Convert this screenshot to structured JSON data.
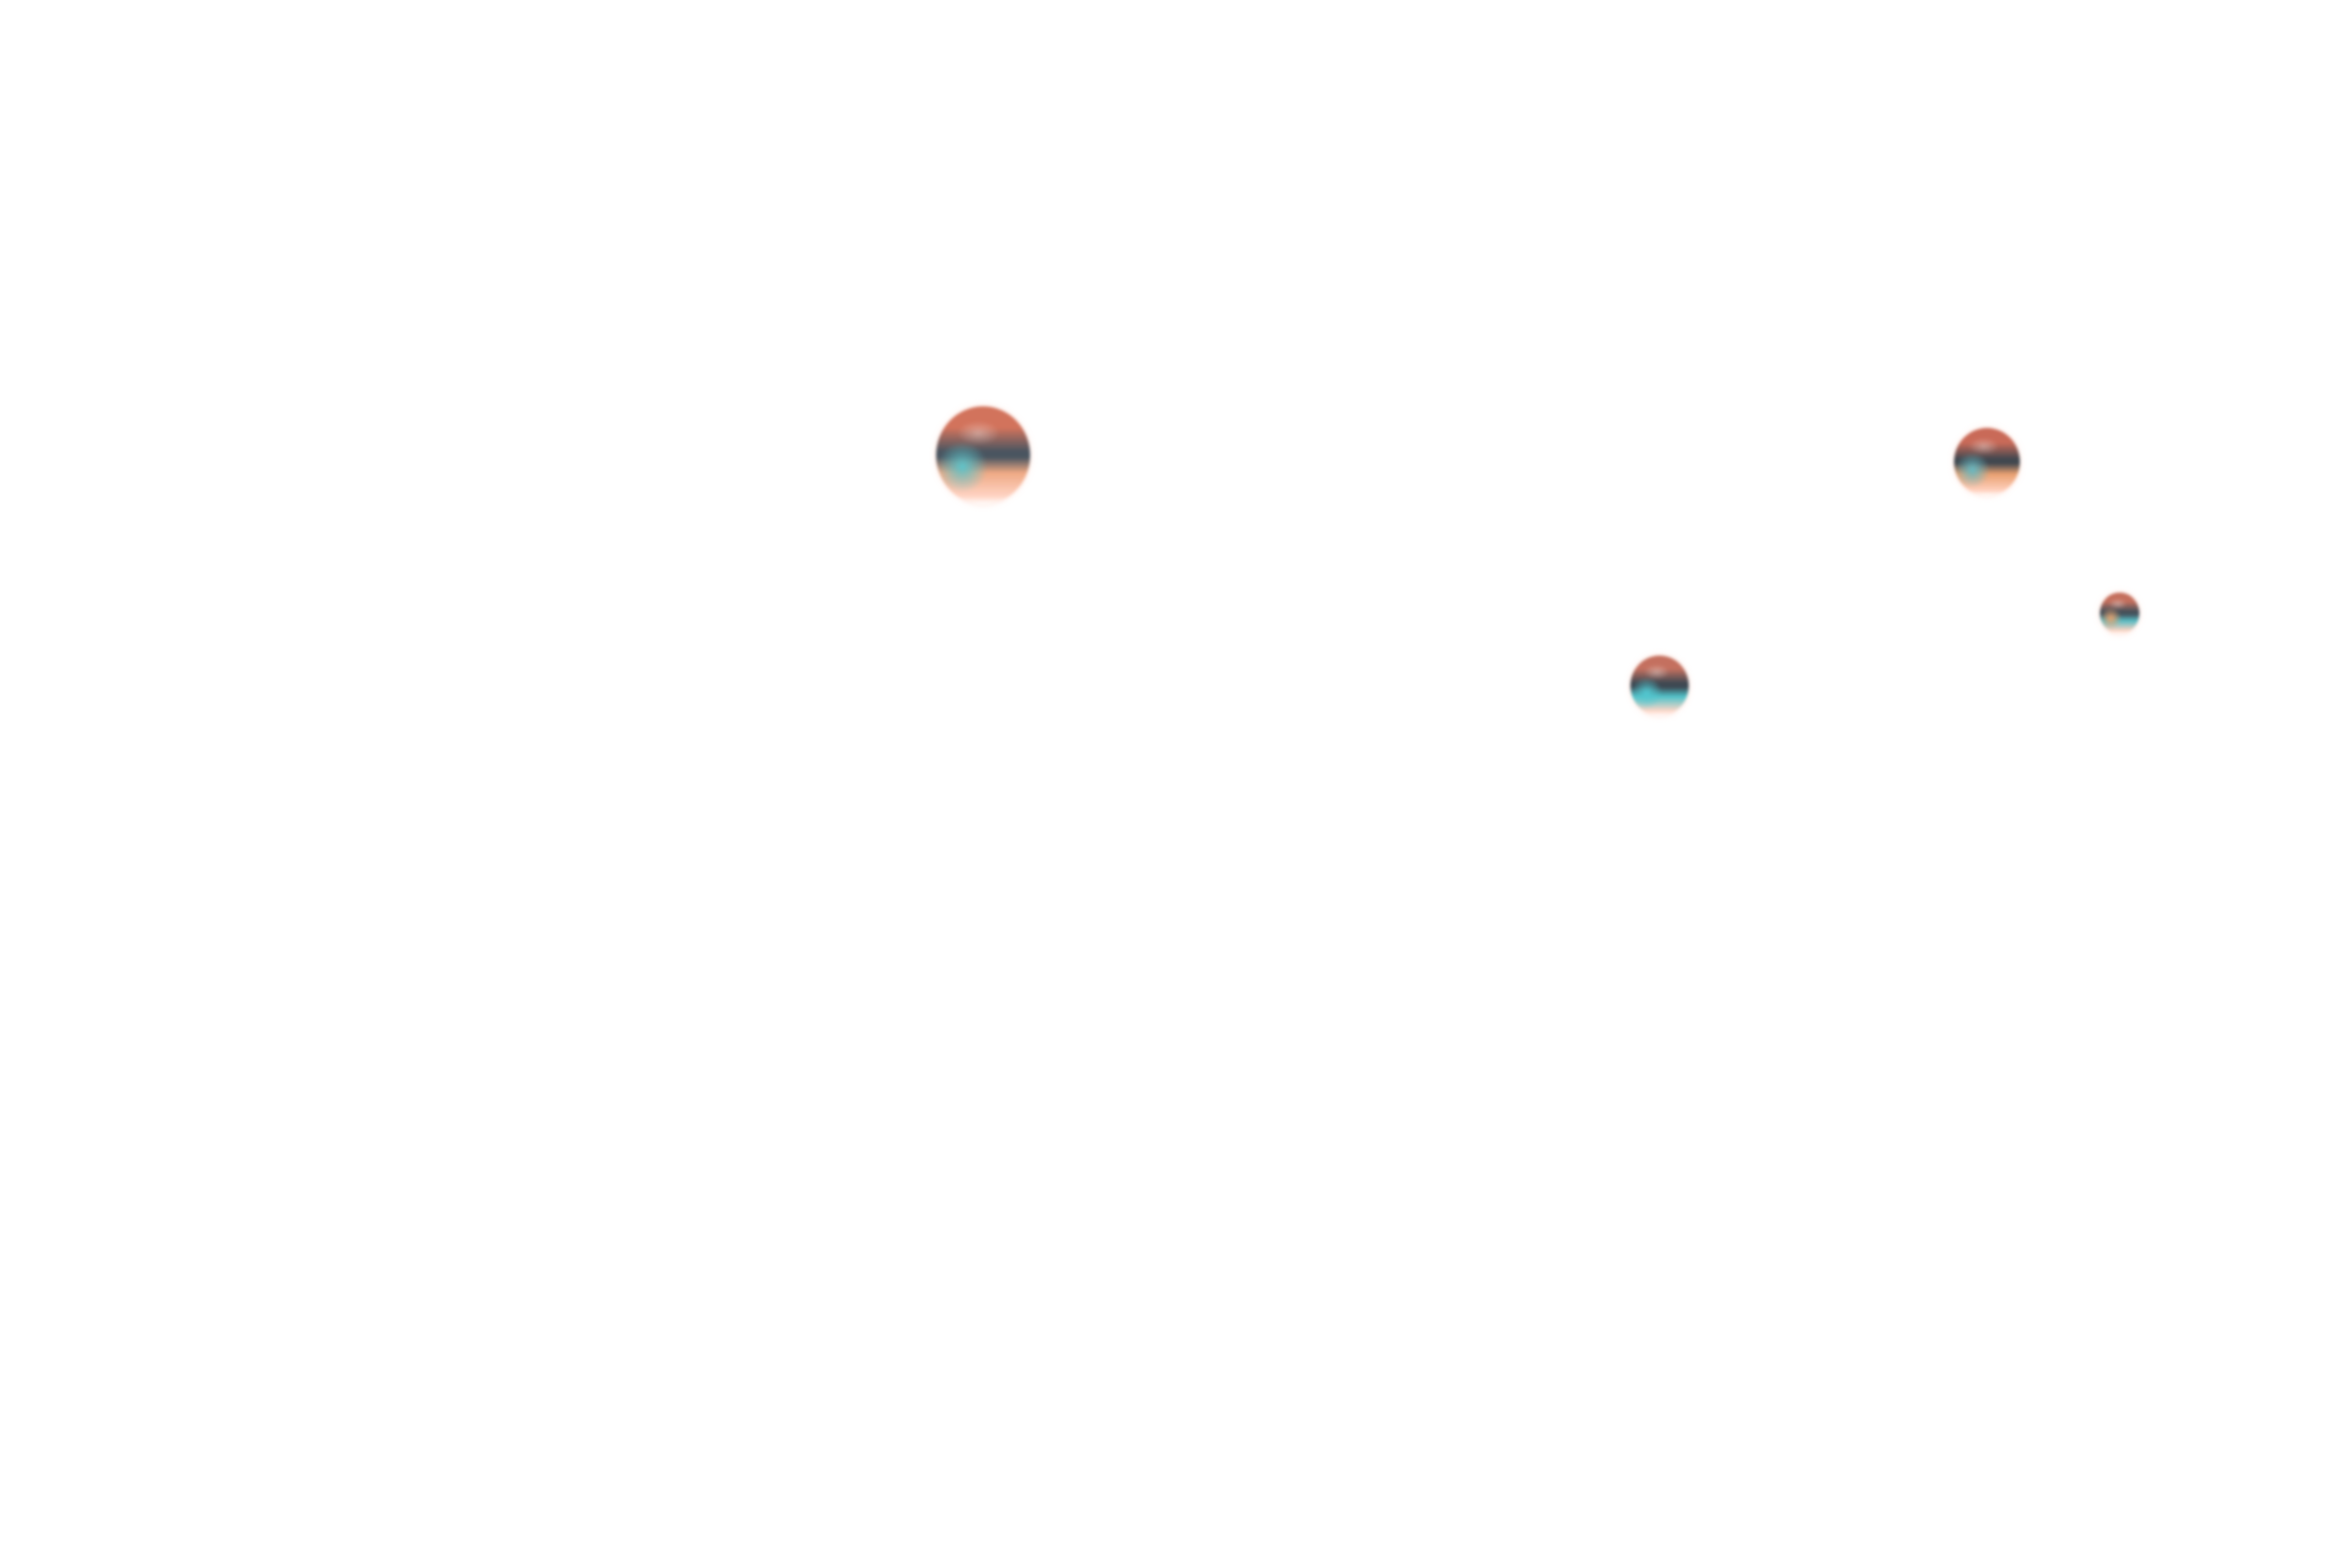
{
  "scene": {
    "background": "#ffffff",
    "spheres": [
      {
        "name": "iridescent-sphere-large",
        "colors": {
          "top": "#d2735c",
          "band": "#4a5560",
          "bottom": "#efa984",
          "rim": "#ffd4c4",
          "tint": "#5fc3c9"
        }
      },
      {
        "name": "iridescent-sphere-medium",
        "colors": {
          "top": "#c96a58",
          "band": "#40474f",
          "bottom": "#e9a070",
          "rim": "#ffd0bd",
          "tint": "#68b9c2"
        }
      },
      {
        "name": "iridescent-sphere-small",
        "colors": {
          "top": "#c4705f",
          "band": "#3d4852",
          "bottom": "#4fc2c9",
          "rim": "#ffd7c8",
          "tint": "#52c7d0"
        }
      },
      {
        "name": "iridescent-sphere-tiny",
        "colors": {
          "top": "#c46f5d",
          "band": "#44505a",
          "bottom": "#56bcc4",
          "rim": "#ffd3c2",
          "tint": "#e6a16d"
        }
      }
    ]
  }
}
